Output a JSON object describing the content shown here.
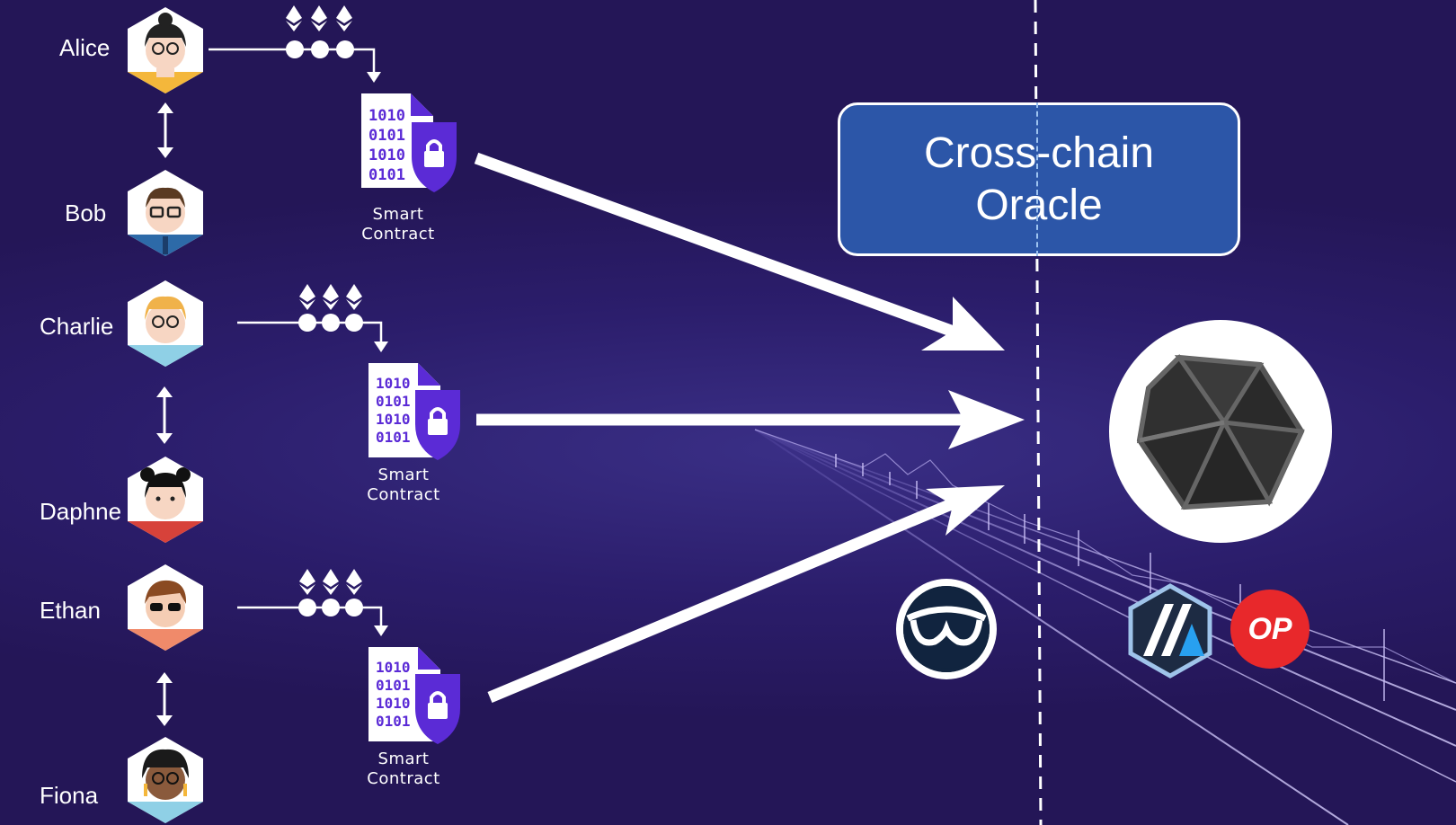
{
  "people": {
    "alice": "Alice",
    "bob": "Bob",
    "charlie": "Charlie",
    "daphne": "Daphne",
    "ethan": "Ethan",
    "fiona": "Fiona"
  },
  "contracts": {
    "label_line1": "Smart",
    "label_line2": "Contract",
    "code_lines": [
      "1010",
      "0101",
      "1010",
      "0101"
    ]
  },
  "oracle": {
    "line1": "Cross-chain",
    "line2": "Oracle"
  },
  "chains": {
    "op_label": "OP"
  },
  "icons": [
    "ethereum-icon",
    "lock-shield-icon",
    "gnosis-owl-icon",
    "arbitrum-icon",
    "optimism-icon",
    "polyhedron-icon"
  ],
  "colors": {
    "background": "#2b1d6b",
    "oracle_box": "#2c56a8",
    "contract_purple": "#5b2bd6",
    "op_red": "#e8282b"
  }
}
